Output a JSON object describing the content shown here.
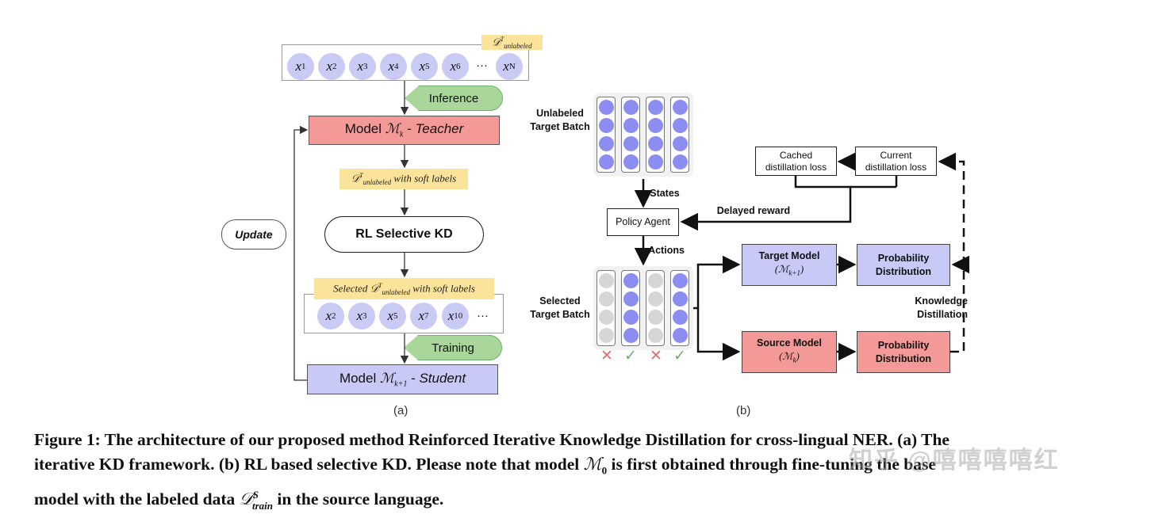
{
  "panel_a": {
    "dataset_tag": "D^T_unlabeled",
    "top_sequence": [
      "x1",
      "x2",
      "x3",
      "x4",
      "x5",
      "x6",
      "...",
      "xN"
    ],
    "inference_label": "Inference",
    "teacher_label": "Model M_k - Teacher",
    "soft_label_tag": "D^T_unlabeled with soft labels",
    "rl_label": "RL Selective KD",
    "update_label": "Update",
    "selected_tag": "Selected D^T_unlabeled with soft labels",
    "selected_sequence": [
      "x2",
      "x3",
      "x5",
      "x7",
      "x10",
      "..."
    ],
    "training_label": "Training",
    "student_label": "Model M_k+1 - Student",
    "caption": "(a)"
  },
  "panel_b": {
    "unlabeled_batch": "Unlabeled\nTarget Batch",
    "states": "States",
    "policy_agent": "Policy Agent",
    "delayed_reward": "Delayed reward",
    "cached_loss": "Cached\ndistillation loss",
    "current_loss": "Current\ndistillation loss",
    "actions": "Actions",
    "selected_batch": "Selected\nTarget Batch",
    "target_model": "Target Model",
    "target_model_sym": "(M_k+1)",
    "source_model": "Source Model",
    "source_model_sym": "(M_k)",
    "prob_dist_1": "Probability\nDistribution",
    "prob_dist_2": "Probability\nDistribution",
    "knowledge_distillation": "Knowledge\nDistillation",
    "selection_marks": [
      "✕",
      "✓",
      "✕",
      "✓"
    ],
    "caption": "(b)"
  },
  "figure_caption": {
    "line1": "Figure 1: The architecture of our proposed method Reinforced Iterative Knowledge Distillation for cross-lingual NER. (a) The",
    "line2": "iterative KD framework. (b) RL based selective KD. Please note that model M0 is first obtained through fine-tuning the base",
    "line3": "model with the labeled data D^S_train in the source language."
  },
  "watermark": "知乎 @嘻嘻嘻嘻红",
  "colors": {
    "teacher": "#f39a98",
    "student": "#c8c9f6",
    "pill": "#a9d79a",
    "tag": "#fbe49a",
    "token": "#c9cbf5",
    "active_dot": "#8b8df0",
    "inactive_dot": "#d6d6d6",
    "cross": "#e07070",
    "check": "#6bb36b"
  }
}
